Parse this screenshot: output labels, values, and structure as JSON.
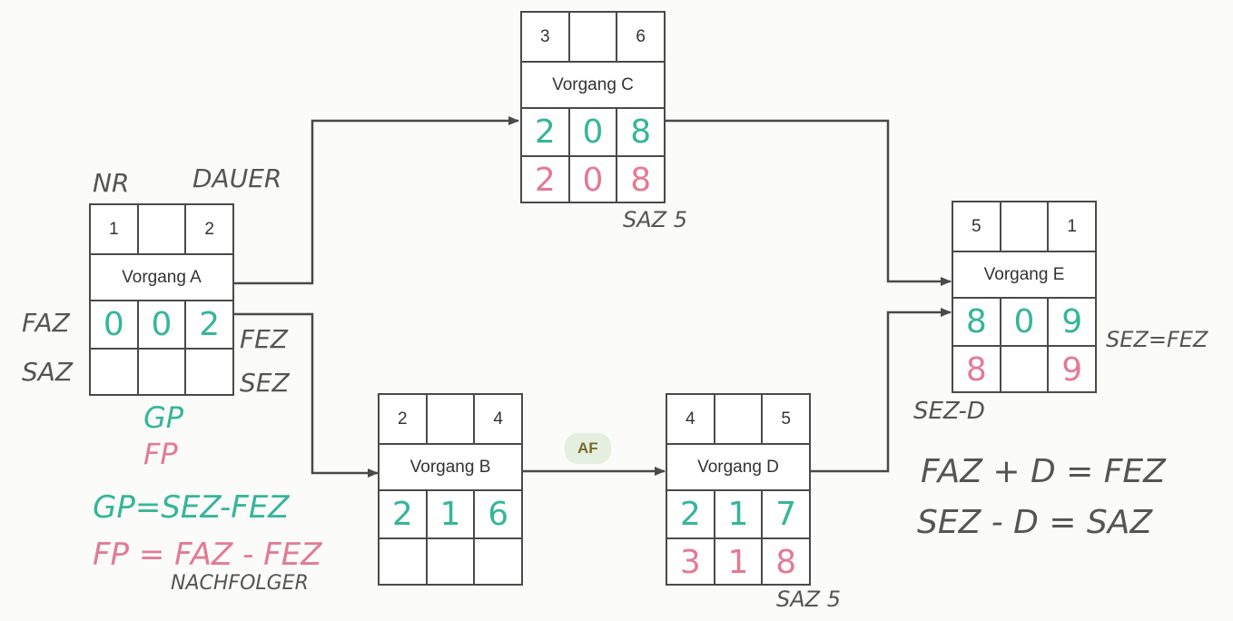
{
  "nodes": {
    "a": {
      "nr": "1",
      "mid": "",
      "dauer": "2",
      "title": "Vorgang A",
      "faz": "0",
      "gp": "0",
      "fez": "2",
      "saz": "",
      "fp": "",
      "sez": ""
    },
    "b": {
      "nr": "2",
      "mid": "",
      "dauer": "4",
      "title": "Vorgang B",
      "faz": "2",
      "gp": "1",
      "fez": "6",
      "saz": "",
      "fp": "",
      "sez": ""
    },
    "c": {
      "nr": "3",
      "mid": "",
      "dauer": "6",
      "title": "Vorgang C",
      "faz": "2",
      "gp": "0",
      "fez": "8",
      "saz": "2",
      "fp": "0",
      "sez": "8"
    },
    "d": {
      "nr": "4",
      "mid": "",
      "dauer": "5",
      "title": "Vorgang D",
      "faz": "2",
      "gp": "1",
      "fez": "7",
      "saz": "3",
      "fp": "1",
      "sez": "8"
    },
    "e": {
      "nr": "5",
      "mid": "",
      "dauer": "1",
      "title": "Vorgang E",
      "faz": "8",
      "gp": "0",
      "fez": "9",
      "saz": "8",
      "fp": "",
      "sez": "9"
    }
  },
  "labels": {
    "nr": "NR",
    "dauer": "DAUER",
    "faz": "FAZ",
    "saz": "SAZ",
    "fez": "FEZ",
    "sez": "SEZ",
    "gp": "GP",
    "fp": "FP",
    "saz_c": "SAZ 5",
    "saz_d": "SAZ 5",
    "sez_fez": "SEZ=FEZ",
    "sez_minus_d": "SEZ-D",
    "af": "AF"
  },
  "formulas": {
    "gp": "GP=SEZ-FEZ",
    "fp": "FP = FAZ  - FEZ",
    "nachfolger": "NACHFOLGER",
    "fez": "FAZ + D = FEZ",
    "saz": "SEZ - D = SAZ"
  },
  "colors": {
    "line": "#4a4a4a",
    "green": "#36b59a",
    "pink": "#e37a93",
    "ink": "#555555"
  }
}
